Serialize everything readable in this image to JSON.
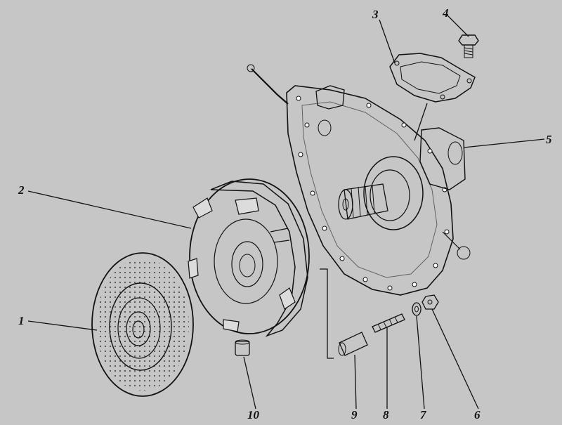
{
  "callouts": {
    "c1": "1",
    "c2": "2",
    "c3": "3",
    "c4": "4",
    "c5": "5",
    "c6": "6",
    "c7": "7",
    "c8": "8",
    "c9": "9",
    "c10": "10"
  },
  "colors": {
    "background": "#c6c6c6",
    "ink": "#111111",
    "part_fill": "#d2d2d2"
  }
}
